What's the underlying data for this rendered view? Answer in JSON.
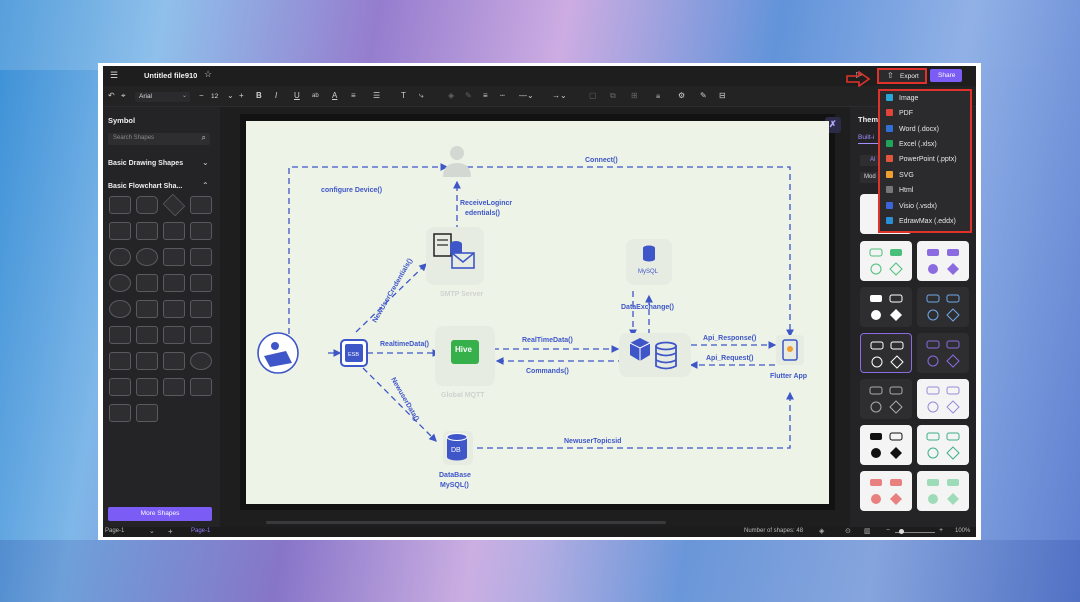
{
  "app": {
    "title": "Untitled file910",
    "export_label": "Export",
    "share_label": "Share"
  },
  "toolbar": {
    "font": "Arial",
    "font_size": "12"
  },
  "left_panel": {
    "title": "Symbol",
    "search_placeholder": "Search Shapes",
    "section1": "Basic Drawing Shapes",
    "section2": "Basic Flowchart Sha...",
    "more_shapes": "More Shapes"
  },
  "right_panel": {
    "title": "Them",
    "tab_builtin": "Built-i",
    "chip_all": "Al",
    "chip_mode": "Mod"
  },
  "export_menu": {
    "items": [
      {
        "label": "Image",
        "icon": "image-icon",
        "color": "#2aa6d8"
      },
      {
        "label": "PDF",
        "icon": "pdf-icon",
        "color": "#e0443a"
      },
      {
        "label": "Word (.docx)",
        "icon": "word-icon",
        "color": "#2f6fd6"
      },
      {
        "label": "Excel (.xlsx)",
        "icon": "excel-icon",
        "color": "#22a35a"
      },
      {
        "label": "PowerPoint (.pptx)",
        "icon": "powerpoint-icon",
        "color": "#e2553a"
      },
      {
        "label": "SVG",
        "icon": "svg-icon",
        "color": "#f0a030"
      },
      {
        "label": "Html",
        "icon": "html-icon",
        "color": "#777777"
      },
      {
        "label": "Visio (.vsdx)",
        "icon": "visio-icon",
        "color": "#3a66d8"
      },
      {
        "label": "EdrawMax (.eddx)",
        "icon": "edrawmax-icon",
        "color": "#2a8fd6"
      }
    ]
  },
  "diagram": {
    "labels": {
      "connect": "Connect()",
      "configure": "configure Device()",
      "receive1": "ReceiveLogincr",
      "receive2": "edentials()",
      "smtp": "SMTP Server",
      "new_cred": "NewUserCredentials()",
      "mysql_top": "MySQL",
      "data_exchange": "DataExchange()",
      "esb": "ESB",
      "realtime1": "RealtimeData()",
      "realtime2": "RealTimeData()",
      "commands": "Commands()",
      "api_response": "Api_Response()",
      "api_request": "Api_Request()",
      "hive": "Hive",
      "global_mqtt": "Global MQTT",
      "flutter": "Flutter App",
      "newuser_data": "NewuserData()",
      "newuser_topic": "NewuserTopicsid",
      "db": "DB",
      "database1": "DataBase",
      "database2": "MySQL()"
    }
  },
  "status": {
    "page_tab": "Page-1",
    "page_active": "Page-1",
    "shape_count": "Number of shapes: 48",
    "zoom": "100%"
  }
}
